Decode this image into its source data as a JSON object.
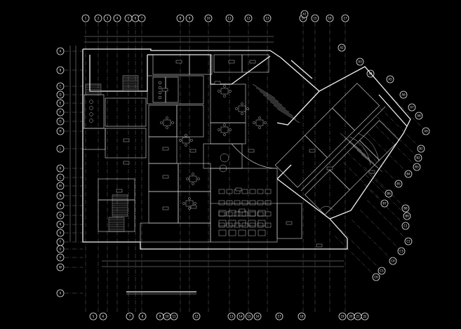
{
  "drawing": {
    "background": "#000000",
    "line_color": "#f2f2f2"
  },
  "grid_top": [
    "1",
    "2",
    "3",
    "4",
    "5",
    "6",
    "7",
    "8",
    "9",
    "10",
    "11",
    "12",
    "13",
    "14",
    "15",
    "16",
    "17"
  ],
  "grid_bottom": [
    "5",
    "6",
    "7",
    "8",
    "9",
    "10",
    "11",
    "12",
    "13",
    "14",
    "15",
    "16",
    "17",
    "18",
    "19",
    "20",
    "21",
    "22",
    "23",
    "24",
    "25",
    "26",
    "27"
  ],
  "grid_left": [
    "A",
    "B",
    "C",
    "D",
    "E",
    "F",
    "G",
    "H",
    "J",
    "K",
    "L",
    "M",
    "N",
    "P",
    "Q",
    "R",
    "S",
    "T",
    "U",
    "V",
    "W",
    "X",
    "Y",
    "Z",
    "AA"
  ],
  "grid_right": [
    "A1",
    "A2",
    "A3",
    "A4",
    "A5",
    "A6",
    "A7",
    "A8",
    "A9",
    "B1",
    "B2",
    "B3",
    "B4",
    "B5",
    "B6",
    "B7",
    "B8",
    "B9",
    "C1",
    "C2",
    "C3",
    "C4",
    "C5",
    "C6"
  ]
}
